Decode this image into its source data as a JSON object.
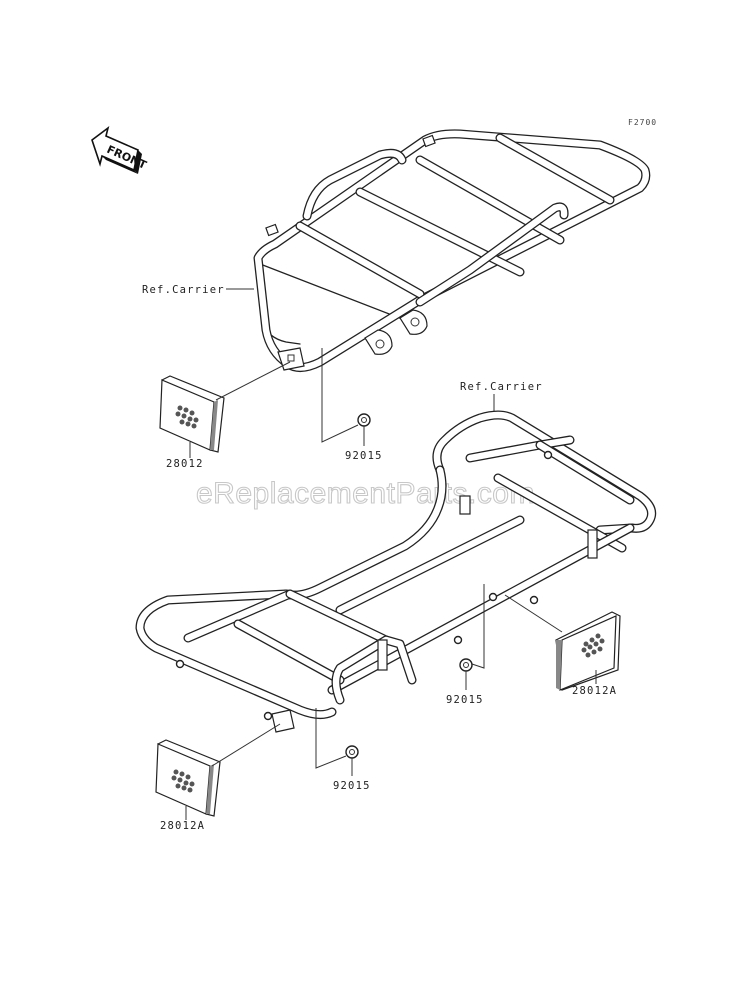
{
  "diagram": {
    "code": "F2700",
    "front_marker": "FRONT",
    "watermark": "eReplacementParts.com",
    "callouts": [
      {
        "id": "ref-carrier-upper",
        "text": "Ref.Carrier"
      },
      {
        "id": "ref-carrier-lower",
        "text": "Ref.Carrier"
      },
      {
        "id": "reflector-rear",
        "text": "28012"
      },
      {
        "id": "nut-upper",
        "text": "92015"
      },
      {
        "id": "nut-right",
        "text": "92015"
      },
      {
        "id": "reflector-side-right",
        "text": "28012A"
      },
      {
        "id": "nut-lower",
        "text": "92015"
      },
      {
        "id": "reflector-side-left",
        "text": "28012A"
      }
    ]
  }
}
